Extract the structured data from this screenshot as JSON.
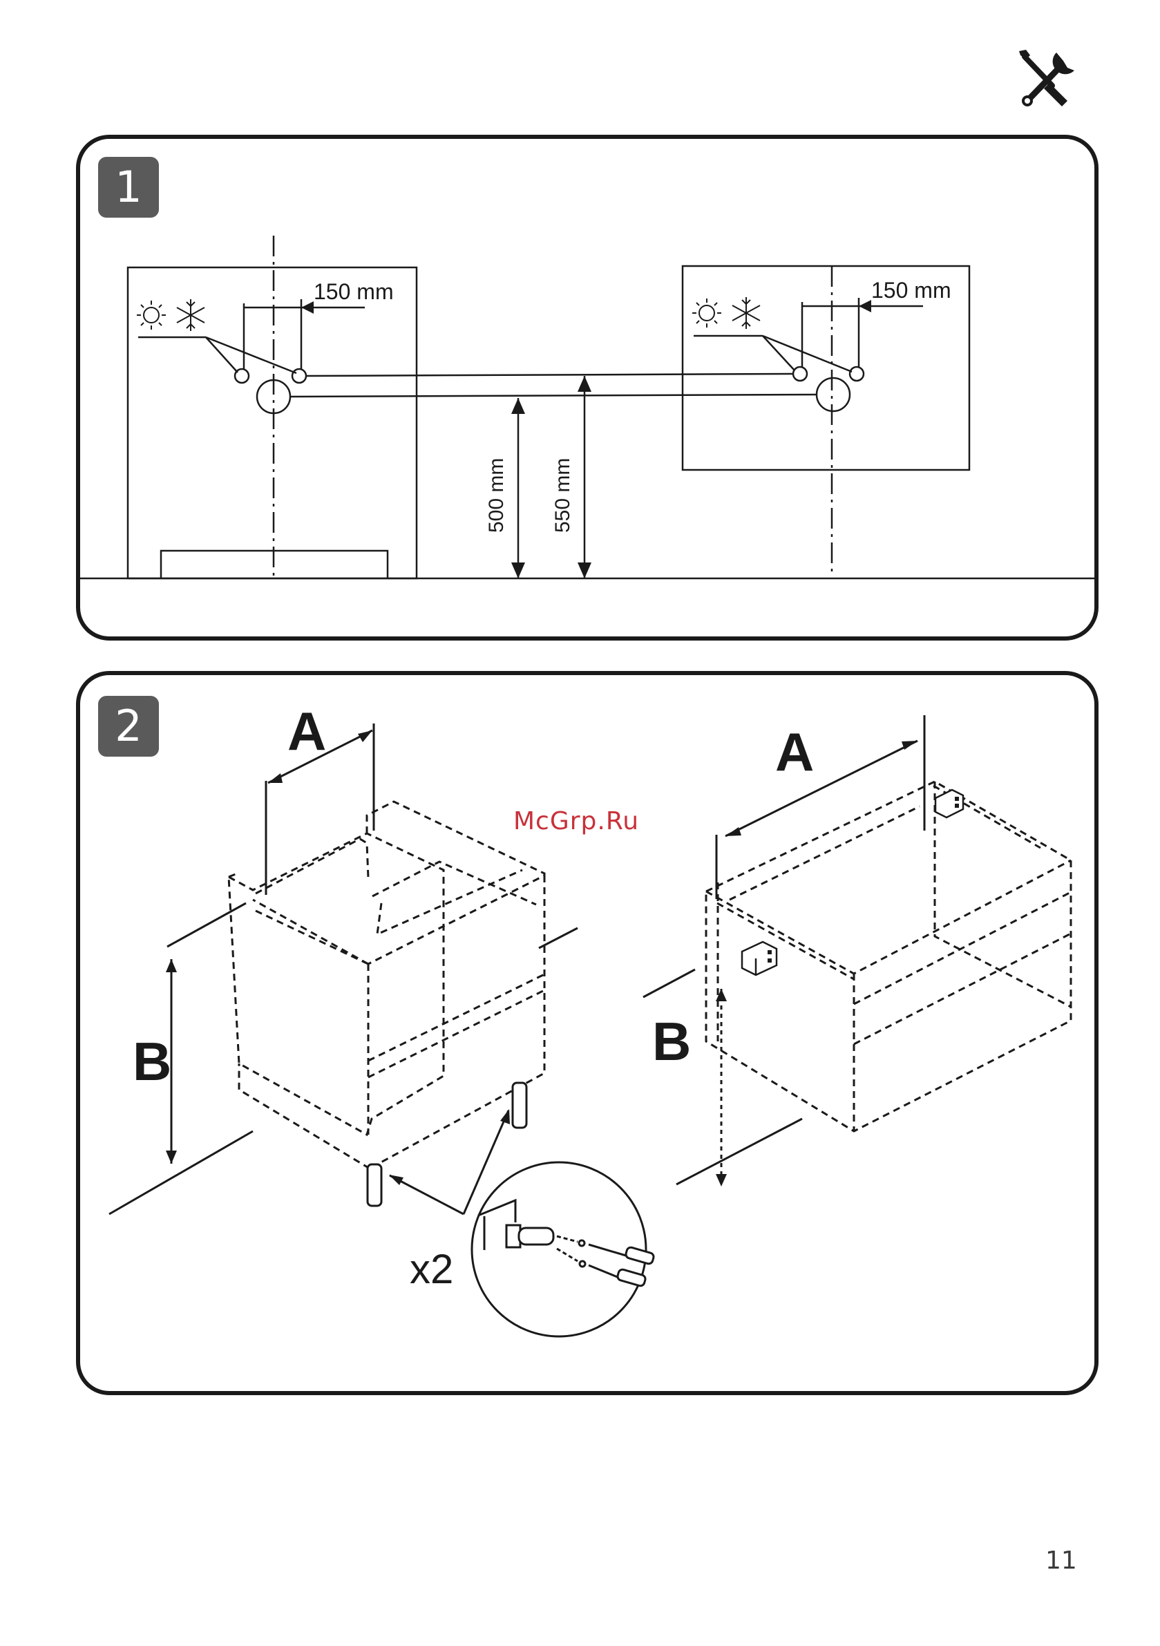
{
  "header": {
    "icon": "tools-icon"
  },
  "step1": {
    "badge": "1",
    "left_offset_label": "150 mm",
    "right_offset_label": "150 mm",
    "height_500_label": "500 mm",
    "height_550_label": "550 mm",
    "icons": [
      "sun-icon",
      "snowflake-icon"
    ]
  },
  "step2": {
    "badge": "2",
    "left_a_label": "A",
    "left_b_label": "B",
    "right_a_label": "A",
    "right_b_label": "B",
    "quantity_label": "x2"
  },
  "watermark": "McGrp.Ru",
  "page_number": "11"
}
